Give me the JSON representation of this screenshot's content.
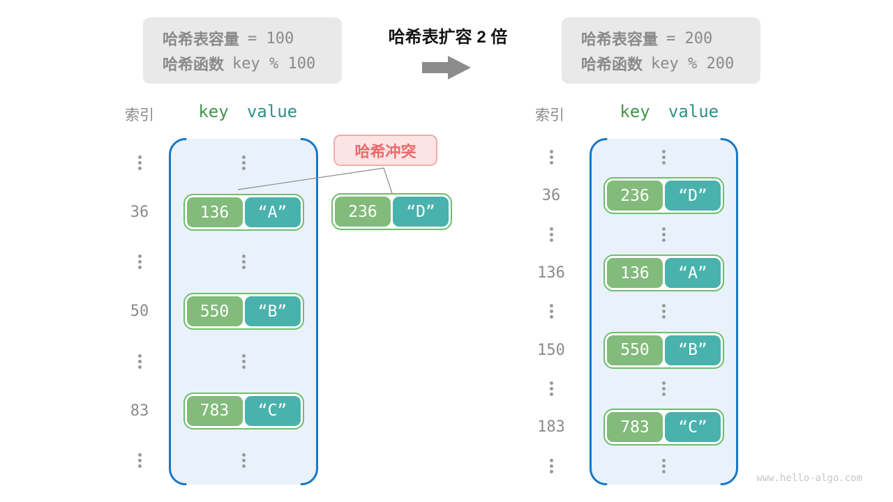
{
  "header": {
    "before_box": {
      "capacity_label": "哈希表容量",
      "capacity_value": "= 100",
      "hash_label": "哈希函数",
      "hash_value": "key % 100"
    },
    "title": "哈希表扩容 2 倍",
    "after_box": {
      "capacity_label": "哈希表容量",
      "capacity_value": "= 200",
      "hash_label": "哈希函数",
      "hash_value": "key % 200"
    }
  },
  "left_table": {
    "index_header": "索引",
    "key_header": "key",
    "value_header": "value",
    "rows": [
      {
        "type": "dots"
      },
      {
        "type": "pair",
        "index": "36",
        "key": "136",
        "value": "“A”"
      },
      {
        "type": "dots"
      },
      {
        "type": "pair",
        "index": "50",
        "key": "550",
        "value": "“B”"
      },
      {
        "type": "dots"
      },
      {
        "type": "pair",
        "index": "83",
        "key": "783",
        "value": "“C”"
      },
      {
        "type": "dots"
      }
    ]
  },
  "right_table": {
    "index_header": "索引",
    "key_header": "key",
    "value_header": "value",
    "rows": [
      {
        "type": "dots"
      },
      {
        "type": "pair",
        "index": "36",
        "key": "236",
        "value": "“D”"
      },
      {
        "type": "dots"
      },
      {
        "type": "pair",
        "index": "136",
        "key": "136",
        "value": "“A”"
      },
      {
        "type": "dots"
      },
      {
        "type": "pair",
        "index": "150",
        "key": "550",
        "value": "“B”"
      },
      {
        "type": "dots"
      },
      {
        "type": "pair",
        "index": "183",
        "key": "783",
        "value": "“C”"
      },
      {
        "type": "dots"
      }
    ]
  },
  "collision": {
    "label": "哈希冲突",
    "pair": {
      "key": "236",
      "value": "“D”"
    }
  },
  "watermark": "www.hello-algo.com",
  "colors": {
    "gray_box": "#E9E9E9",
    "gray_text": "#8A8A8A",
    "arrow": "#8C8C8C",
    "container_fill": "#E9F2FB",
    "container_border": "#1A78C2",
    "key_header": "#44934A",
    "value_header": "#2F8F8A",
    "key_cell": "#82BB7B",
    "value_cell": "#49B2AC",
    "pair_border": "#6CBE6C",
    "collision_fill": "#FCE4E4",
    "collision_border": "#F2ABAB",
    "collision_text": "#E96A6A"
  }
}
